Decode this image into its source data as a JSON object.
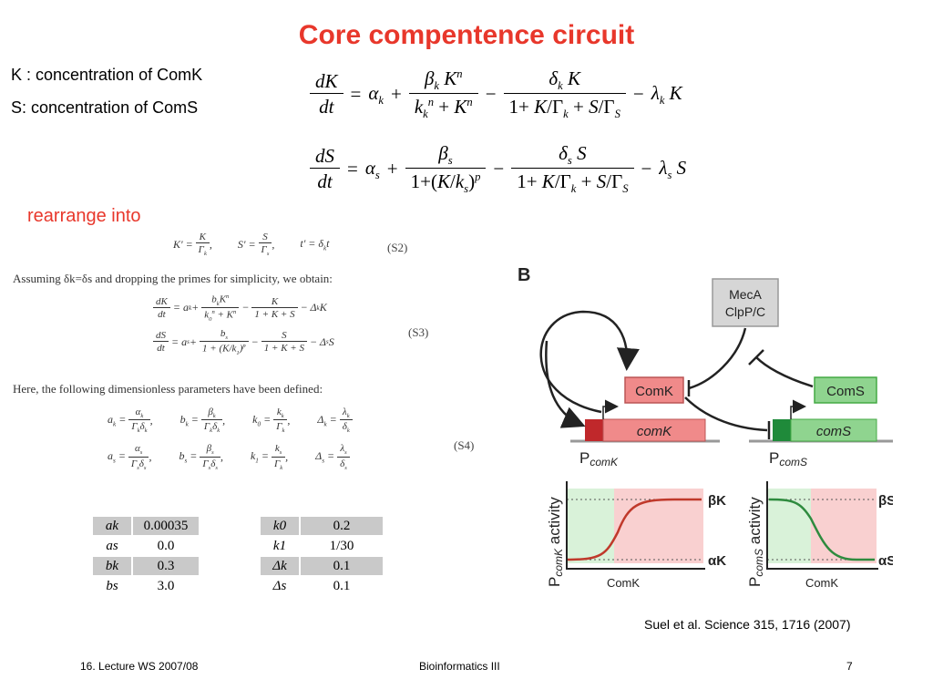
{
  "slide": {
    "title": "Core compentence circuit",
    "definitions": [
      "K : concentration of ComK",
      "S: concentration of ComS"
    ],
    "rearrange_label": "rearrange into",
    "citation": "Suel et al. Science 315, 1716 (2007)",
    "footer": {
      "left": "16. Lecture WS 2007/08",
      "center": "Bioinformatics III",
      "page_number": "7"
    }
  },
  "paper_excerpt": {
    "scaling_label": "(S2)",
    "assumption_text": "Assuming δk=δs and dropping the primes for simplicity, we obtain:",
    "system_label": "(S3)",
    "parameters_text": "Here, the following dimensionless parameters have been defined:",
    "parameters_label": "(S4)"
  },
  "parameter_tables": {
    "left": [
      {
        "symbol": "ak",
        "value": "0.00035"
      },
      {
        "symbol": "as",
        "value": "0.0"
      },
      {
        "symbol": "bk",
        "value": "0.3"
      },
      {
        "symbol": "bs",
        "value": "3.0"
      }
    ],
    "right": [
      {
        "symbol": "k0",
        "value": "0.2"
      },
      {
        "symbol": "k1",
        "value": "1/30"
      },
      {
        "symbol": "Δk",
        "value": "0.1"
      },
      {
        "symbol": "Δs",
        "value": "0.1"
      }
    ]
  },
  "figure": {
    "panel_label": "B",
    "nodes": {
      "meca": [
        "MecA",
        "ClpP/C"
      ],
      "comk_protein": "ComK",
      "coms_protein": "ComS",
      "comk_gene": "comK",
      "coms_gene": "comS"
    },
    "promoters": {
      "comk": {
        "base": "P",
        "sub": "comK"
      },
      "coms": {
        "base": "P",
        "sub": "comS"
      }
    },
    "plots": [
      {
        "ylabel_base": "P",
        "ylabel_sub": "comK",
        "ylabel_rest": " activity",
        "xlabel": "ComK",
        "top_label": "βK",
        "bottom_label": "αK",
        "color": "#c0392b"
      },
      {
        "ylabel_base": "P",
        "ylabel_sub": "comS",
        "ylabel_rest": " activity",
        "xlabel": "ComK",
        "top_label": "βS",
        "bottom_label": "αS",
        "color": "#2e8b3e"
      }
    ],
    "colors": {
      "comk": "#f08a8a",
      "coms": "#8fd48f",
      "meca": "#d6d6d6",
      "title_red": "#e8372b"
    }
  }
}
